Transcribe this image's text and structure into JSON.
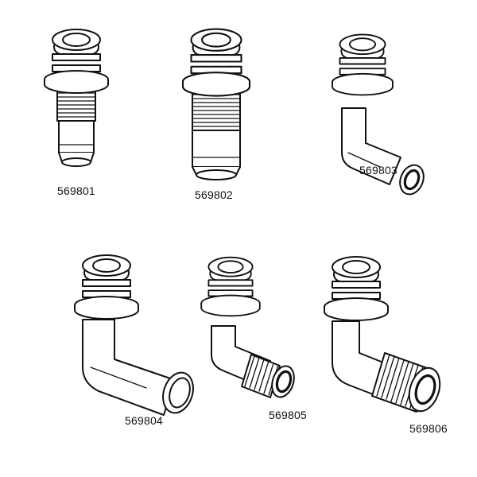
{
  "parts": [
    {
      "id": "p1",
      "label": "569801"
    },
    {
      "id": "p2",
      "label": "569802"
    },
    {
      "id": "p3",
      "label": "569803"
    },
    {
      "id": "p4",
      "label": "569804"
    },
    {
      "id": "p5",
      "label": "569805"
    },
    {
      "id": "p6",
      "label": "569806"
    }
  ]
}
